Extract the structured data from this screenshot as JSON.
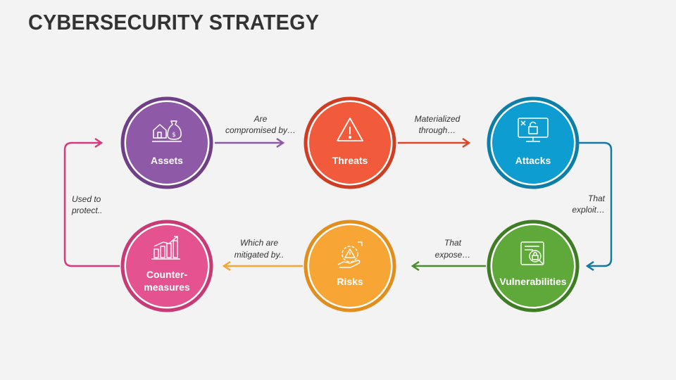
{
  "title": "CYBERSECURITY STRATEGY",
  "nodes": {
    "assets": {
      "label": "Assets",
      "color": "#8e5aa8",
      "icon": "assets-icon"
    },
    "threats": {
      "label": "Threats",
      "color": "#f15a3b",
      "icon": "warning-triangle-icon"
    },
    "attacks": {
      "label": "Attacks",
      "color": "#0e9dd0",
      "icon": "monitor-lock-icon"
    },
    "vulnerabilities": {
      "label": "Vulnerabilities",
      "color": "#5fa83a",
      "icon": "document-search-lock-icon"
    },
    "risks": {
      "label": "Risks",
      "color": "#f7a535",
      "icon": "gear-hand-warning-icon"
    },
    "countermeasures": {
      "label_line1": "Counter-",
      "label_line2": "measures",
      "color": "#e4528f",
      "icon": "growth-chart-icon"
    }
  },
  "connectors": {
    "assets_threats": {
      "line1": "Are",
      "line2": "compromised by…",
      "color": "#8e5aa8"
    },
    "threats_attacks": {
      "line1": "Materialized",
      "line2": "through…",
      "color": "#e0432a"
    },
    "attacks_vulnerabilities": {
      "line1": "That",
      "line2": "exploit…",
      "color": "#1479a0"
    },
    "vulnerabilities_risks": {
      "line1": "That",
      "line2": "expose…",
      "color": "#4c8a2e"
    },
    "risks_countermeasures": {
      "line1": "Which are",
      "line2": "mitigated by..",
      "color": "#f7a535"
    },
    "countermeasures_assets": {
      "line1": "Used to",
      "line2": "protect..",
      "color": "#d63a7c"
    }
  }
}
